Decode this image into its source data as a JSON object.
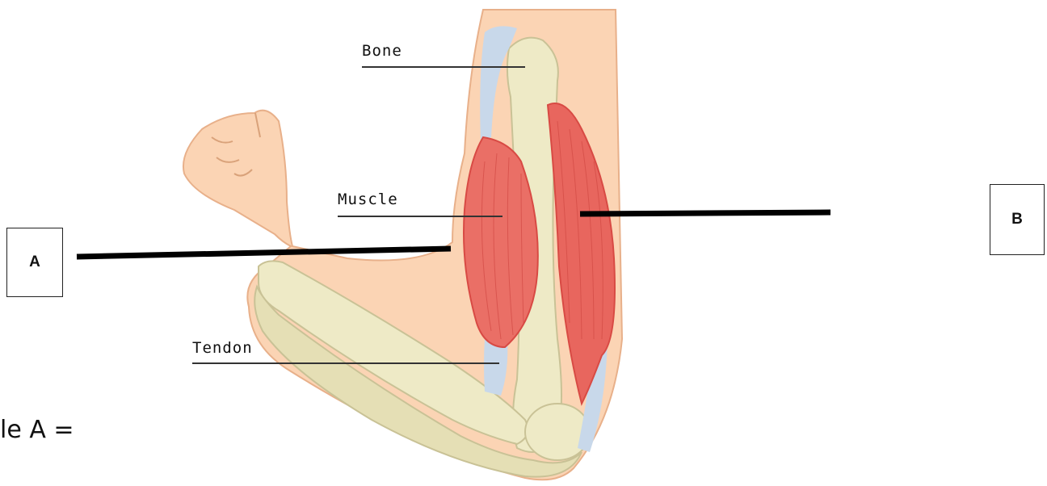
{
  "labels": {
    "bone": "Bone",
    "muscle": "Muscle",
    "tendon": "Tendon",
    "box_a": "A",
    "box_b": "B"
  },
  "bottom_text": "le A =",
  "colors": {
    "skin": "#fbd4b4",
    "skin_outline": "#e8b08a",
    "bone": "#eeeac6",
    "bone_outline": "#c9c296",
    "muscle": "#ea6f66",
    "muscle_dark": "#d84a44",
    "tendon": "#c8d8ea",
    "pointer_line": "#000000"
  }
}
